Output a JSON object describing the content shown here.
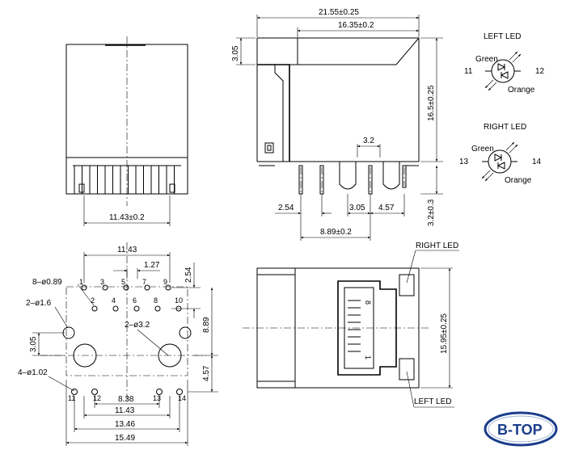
{
  "dims": {
    "overall_length": "21.55±0.25",
    "body_length": "16.35±0.2",
    "top_step": "3.05",
    "height": "16.5±0.25",
    "pin_gap_top": "3.2",
    "led_pin_spacing": "2.54",
    "pin_row_spacing": "3.05",
    "pin_offset": "4.57",
    "pin_span_side": "8.89±0.2",
    "pin_length": "3.2±0.3",
    "front_width": "11.43±0.2",
    "fp_width_top": "11.43",
    "fp_pitch": "1.27",
    "fp_row_pitch": "2.54",
    "fp_height_8_89": "8.89",
    "fp_3_05": "3.05",
    "fp_4_57": "4.57",
    "fp_8_38": "8.38",
    "fp_11_43": "11.43",
    "fp_13_46": "13.46",
    "fp_15_49": "15.49",
    "top_width": "15.95±0.25"
  },
  "holes": {
    "signal": "8–ø0.89",
    "shield": "2–ø1.6",
    "post": "2–ø3.2",
    "led": "4–ø1.02"
  },
  "pins": {
    "row1": [
      "1",
      "3",
      "5",
      "7",
      "9"
    ],
    "row2": [
      "2",
      "4",
      "6",
      "8",
      "10"
    ],
    "led": [
      "11",
      "12",
      "13",
      "14"
    ]
  },
  "left_led": {
    "title": "LEFT LED",
    "green": "Green",
    "orange": "Orange",
    "pin_a": "11",
    "pin_b": "12"
  },
  "right_led": {
    "title": "RIGHT LED",
    "green": "Green",
    "orange": "Orange",
    "pin_a": "13",
    "pin_b": "14"
  },
  "top_view": {
    "right_led": "RIGHT LED",
    "left_led": "LEFT LED",
    "mark_8": "8",
    "mark_1": "1"
  },
  "logo": "B-TOP",
  "colors": {
    "logo": "#1a3d8c",
    "hatch": "#c8c8c8"
  }
}
